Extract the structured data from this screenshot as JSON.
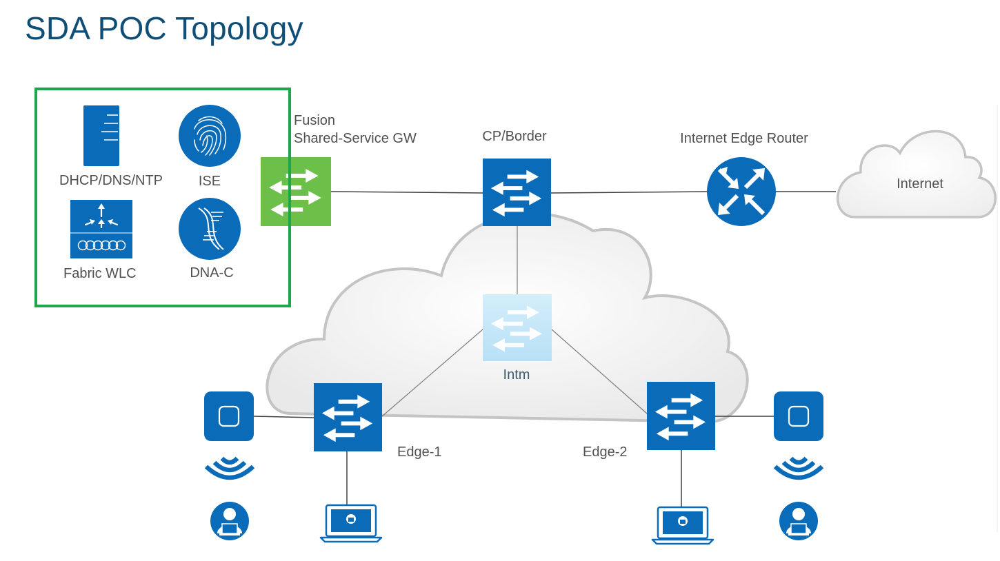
{
  "title": "SDA POC Topology",
  "labels": {
    "dhcp": "DHCP/DNS/NTP",
    "ise": "ISE",
    "wlc": "Fabric WLC",
    "dnac": "DNA-C",
    "fusion_line1": "Fusion",
    "fusion_line2": "Shared-Service GW",
    "cp_border": "CP/Border",
    "internet_edge": "Internet Edge Router",
    "internet": "Internet",
    "intm": "Intm",
    "edge1": "Edge-1",
    "edge2": "Edge-2"
  },
  "colors": {
    "title": "#0f4f77",
    "cisco_blue": "#0a6bb8",
    "fusion_green": "#6cc04a",
    "services_border": "#1ea64a",
    "intm_light": "#c4e6f7",
    "cloud_fill": "#f0f0f0",
    "cloud_stroke": "#c4c4c4",
    "link": "#404040",
    "label": "#505050"
  },
  "icons": {
    "server": "server-icon",
    "ise": "fingerprint-icon",
    "wlc": "wireless-controller-icon",
    "dnac": "dna-helix-icon",
    "switch": "layer3-switch-icon",
    "router": "router-icon",
    "ap": "access-point-icon",
    "wifi": "wifi-signal-icon",
    "user": "user-laptop-icon",
    "laptop": "secure-laptop-icon"
  }
}
